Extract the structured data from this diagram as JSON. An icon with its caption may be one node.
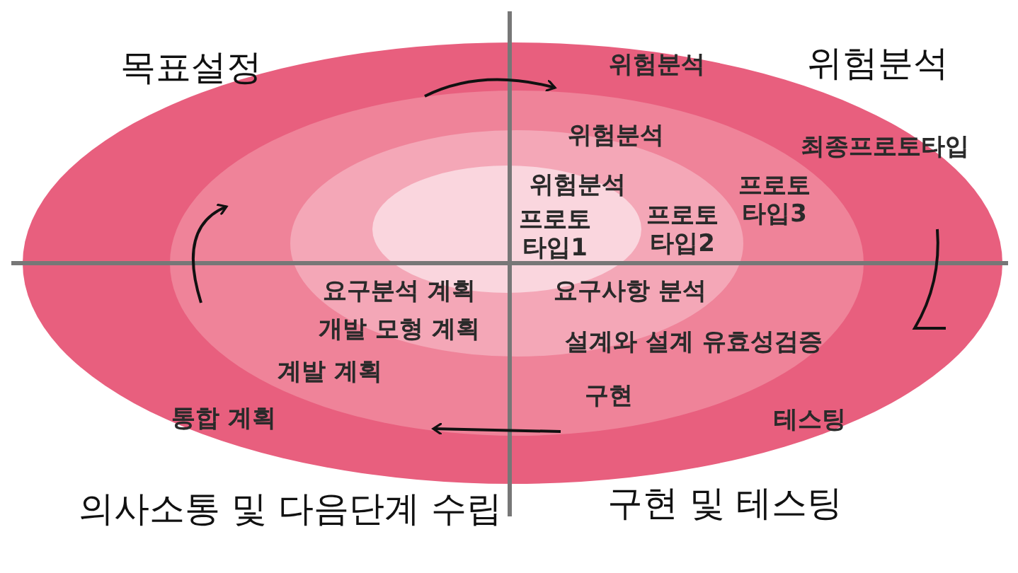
{
  "diagram": {
    "labels": [
      "목표설정",
      "위험분석",
      "위험분석",
      "위험분석",
      "최종프로토타입",
      "위험분석",
      "프로토타입3",
      "프로토타입1",
      "프로토타입2",
      "요구분석 계획",
      "요구사항 분석",
      "개발 모형 계획",
      "설계와 설계 유효성검증",
      "계발 계획",
      "구현",
      "통합 계획",
      "테스팅",
      "의사소통 및 다음단계 수립",
      "구현 및 테스팅"
    ]
  }
}
